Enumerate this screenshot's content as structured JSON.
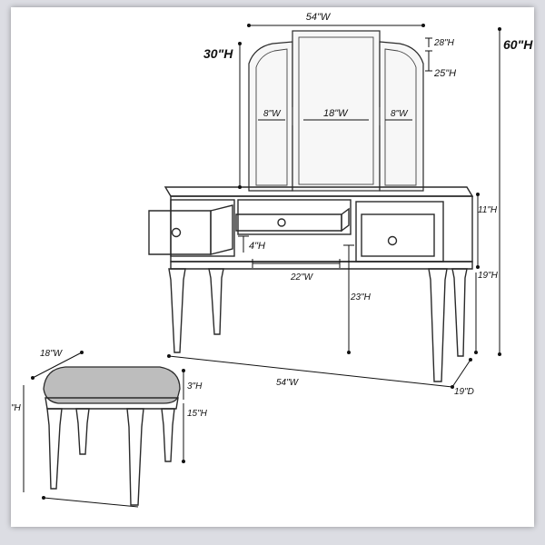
{
  "labels": {
    "total_width_top": "54\"W",
    "mirror_height": "30\"H",
    "overall_height": "60\"H",
    "side_mirror_height": "28\"H",
    "center_mirror_height": "25\"H",
    "left_mirror_width": "8\"W",
    "center_mirror_width": "18\"W",
    "right_mirror_width": "8\"W",
    "table_top_height": "11\"H",
    "drawer_height": "4\"H",
    "drawer_width": "22\"W",
    "knee_clearance": "23\"H",
    "leg_height": "19\"H",
    "table_width": "54\"W",
    "table_depth": "19\"D",
    "stool_width": "18\"W",
    "stool_height": "\"H",
    "stool_cushion": "3\"H",
    "stool_leg": "15\"H"
  },
  "colors": {
    "background": "#dcdde3",
    "sheet": "#ffffff",
    "line": "#2a2a2a",
    "cushion": "#bdbdbd"
  }
}
